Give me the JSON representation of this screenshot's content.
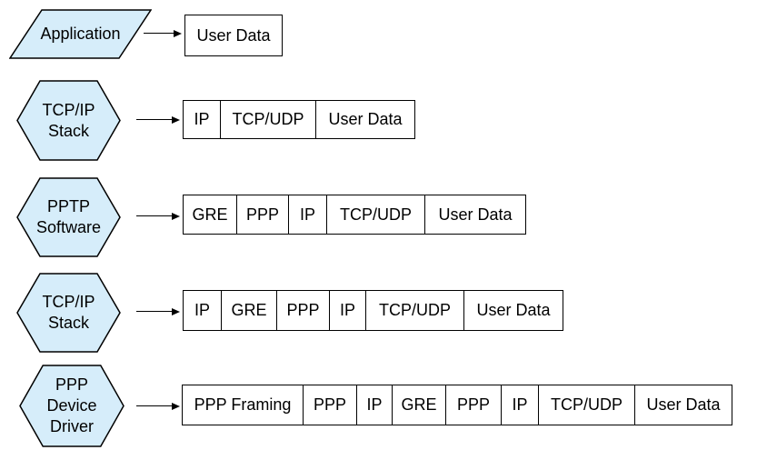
{
  "diagram": {
    "kind": "pptp-encapsulation-flow",
    "colors": {
      "shape_fill": "#D6EDFA",
      "shape_border": "#000000",
      "text": "#000000",
      "background": "#FFFFFF"
    },
    "rows": [
      {
        "shape": "parallelogram",
        "label_lines": [
          "Application"
        ],
        "arrow_icon": "right-arrow-icon",
        "cells": [
          {
            "text": "User Data",
            "width": 108
          }
        ]
      },
      {
        "shape": "hexagon",
        "label_lines": [
          "TCP/IP",
          "Stack"
        ],
        "arrow_icon": "right-arrow-icon",
        "cells": [
          {
            "text": "IP",
            "width": 42
          },
          {
            "text": "TCP/UDP",
            "width": 105
          },
          {
            "text": "User Data",
            "width": 109
          }
        ]
      },
      {
        "shape": "hexagon",
        "label_lines": [
          "PPTP",
          "Software"
        ],
        "arrow_icon": "right-arrow-icon",
        "cells": [
          {
            "text": "GRE",
            "width": 60
          },
          {
            "text": "PPP",
            "width": 57
          },
          {
            "text": "IP",
            "width": 42
          },
          {
            "text": "TCP/UDP",
            "width": 108
          },
          {
            "text": "User Data",
            "width": 111
          }
        ]
      },
      {
        "shape": "hexagon",
        "label_lines": [
          "TCP/IP",
          "Stack"
        ],
        "arrow_icon": "right-arrow-icon",
        "cells": [
          {
            "text": "IP",
            "width": 43
          },
          {
            "text": "GRE",
            "width": 61
          },
          {
            "text": "PPP",
            "width": 58
          },
          {
            "text": "IP",
            "width": 40
          },
          {
            "text": "TCP/UDP",
            "width": 108
          },
          {
            "text": "User Data",
            "width": 109
          }
        ]
      },
      {
        "shape": "hexagon",
        "label_lines": [
          "PPP",
          "Device",
          "Driver"
        ],
        "arrow_icon": "right-arrow-icon",
        "cells": [
          {
            "text": "PPP Framing",
            "width": 134
          },
          {
            "text": "PPP",
            "width": 59
          },
          {
            "text": "IP",
            "width": 39
          },
          {
            "text": "GRE",
            "width": 59
          },
          {
            "text": "PPP",
            "width": 61
          },
          {
            "text": "IP",
            "width": 41
          },
          {
            "text": "TCP/UDP",
            "width": 106
          },
          {
            "text": "User Data",
            "width": 107
          }
        ]
      }
    ]
  }
}
